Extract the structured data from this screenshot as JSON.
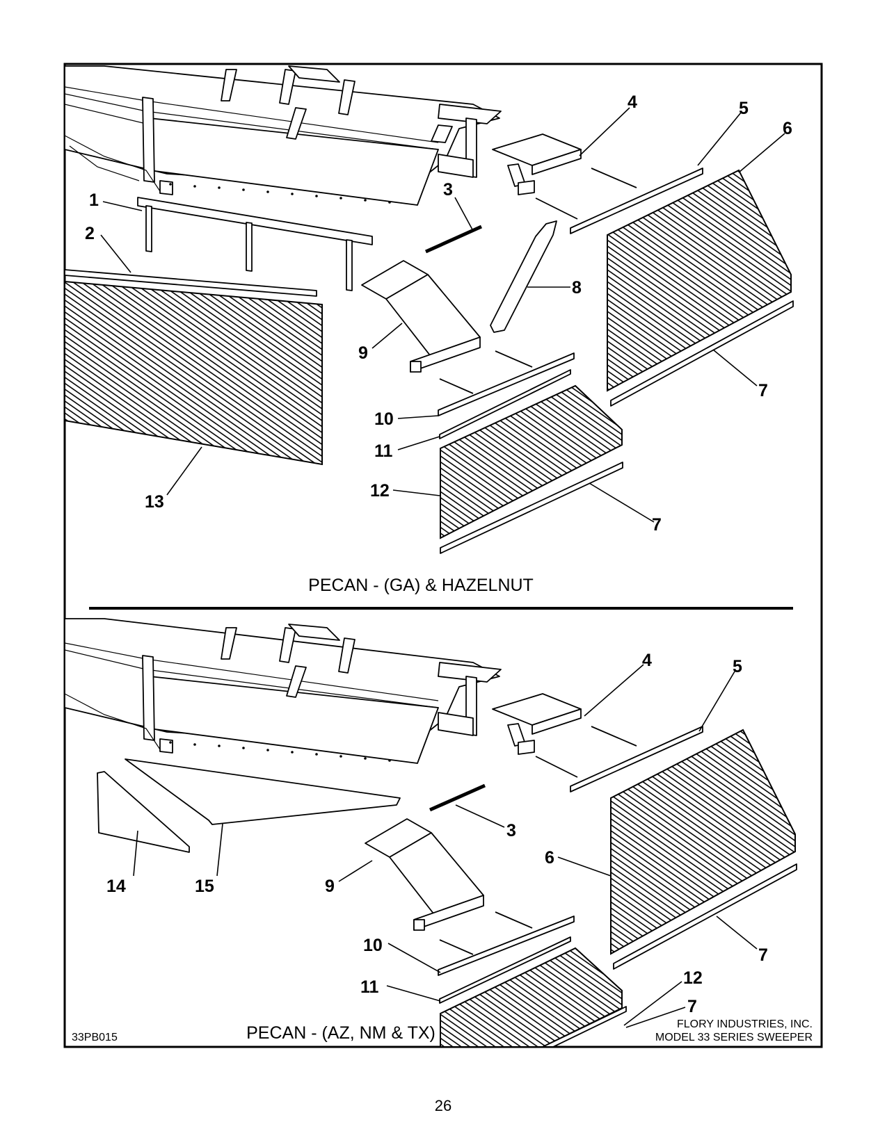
{
  "document": {
    "drawing_number": "33PB015",
    "page_number": "26",
    "company": "FLORY INDUSTRIES, INC.",
    "model": "MODEL 33 SERIES SWEEPER"
  },
  "top_view": {
    "caption": "PECAN - (GA) & HAZELNUT",
    "callouts": [
      "1",
      "2",
      "3",
      "4",
      "5",
      "6",
      "7",
      "8",
      "9",
      "10",
      "11",
      "12",
      "7",
      "13"
    ]
  },
  "bottom_view": {
    "caption": "PECAN - (AZ, NM & TX)",
    "callouts": [
      "3",
      "4",
      "5",
      "6",
      "7",
      "9",
      "10",
      "11",
      "12",
      "7",
      "14",
      "15"
    ]
  }
}
